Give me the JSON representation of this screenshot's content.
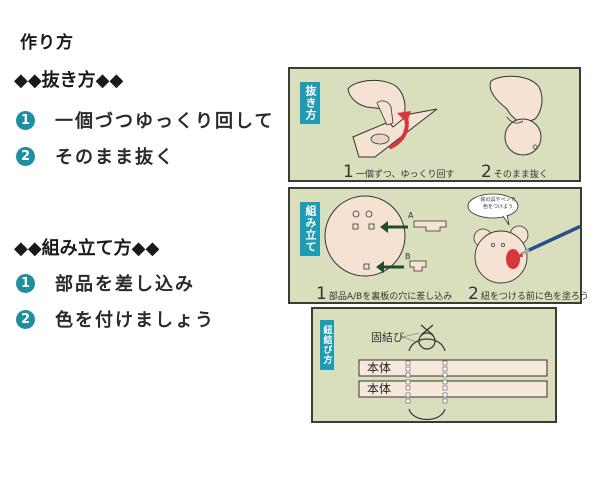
{
  "page": {
    "title": "作り方"
  },
  "removal": {
    "heading": "◆◆抜き方◆◆",
    "steps": [
      {
        "number": "1",
        "text": "一個づつゆっくり回して"
      },
      {
        "number": "2",
        "text": "そのまま抜く"
      }
    ]
  },
  "assembly": {
    "heading": "◆◆組み立て方◆◆",
    "steps": [
      {
        "number": "1",
        "text": "部品を差し込み"
      },
      {
        "number": "2",
        "text": "色を付けましょう"
      }
    ]
  },
  "panels": {
    "removal": {
      "tag": "抜き方",
      "captions": [
        {
          "number": "1",
          "text": "一個ずつ、ゆっくり回す"
        },
        {
          "number": "2",
          "text": "そのまま抜く"
        }
      ]
    },
    "assembly": {
      "tag": "組み立て",
      "part_a": "A",
      "part_b": "B",
      "bubble_line1": "絵の具やペンで",
      "bubble_line2": "色をつけよう",
      "captions": [
        {
          "number": "1",
          "text": "部品A/Bを裏板の穴に差し込み"
        },
        {
          "number": "2",
          "text": "紐をつける前に色を塗ろう"
        }
      ]
    },
    "knot": {
      "tag": "紐結び方",
      "knot_label": "固結び",
      "board_top": "本体",
      "board_bottom": "本体"
    }
  },
  "colors": {
    "accent_teal": "#1f8fa0",
    "panel_bg": "#d9dfbc",
    "skin": "#f5e2d3",
    "arrow_red": "#d8363a",
    "arrow_green": "#1f4f2a"
  }
}
